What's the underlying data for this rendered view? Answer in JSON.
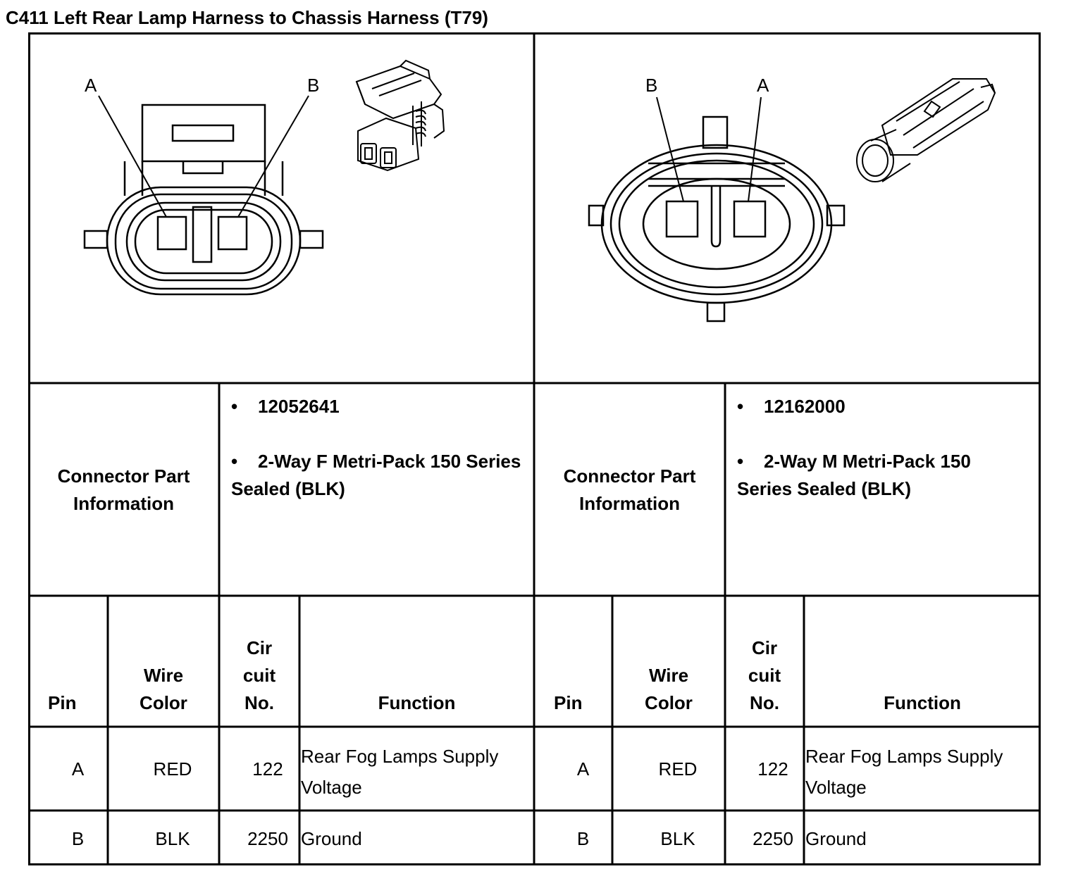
{
  "title": "C411 Left Rear Lamp Harness to Chassis Harness (T79)",
  "left": {
    "pin_labels": [
      "A",
      "B"
    ],
    "connector_header": "Connector Part Information",
    "part_number": "12052641",
    "part_description": "2-Way F Metri-Pack 150 Series Sealed (BLK)",
    "icons": [
      "female-connector-face-view-icon",
      "female-connector-3d-icon"
    ]
  },
  "right": {
    "pin_labels": [
      "B",
      "A"
    ],
    "connector_header": "Connector Part Information",
    "part_number": "12162000",
    "part_description": "2-Way M Metri-Pack 150 Series Sealed (BLK)",
    "icons": [
      "male-connector-face-view-icon",
      "male-connector-3d-icon"
    ]
  },
  "columns": {
    "pin": "Pin",
    "wire_color": "Wire Color",
    "circuit_no": "Cir cuit No.",
    "function": "Function"
  },
  "rows": [
    {
      "pin": "A",
      "wire_color": "RED",
      "circuit": "122",
      "function": "Rear Fog Lamps Supply Voltage"
    },
    {
      "pin": "B",
      "wire_color": "BLK",
      "circuit": "2250",
      "function": "Ground"
    }
  ]
}
